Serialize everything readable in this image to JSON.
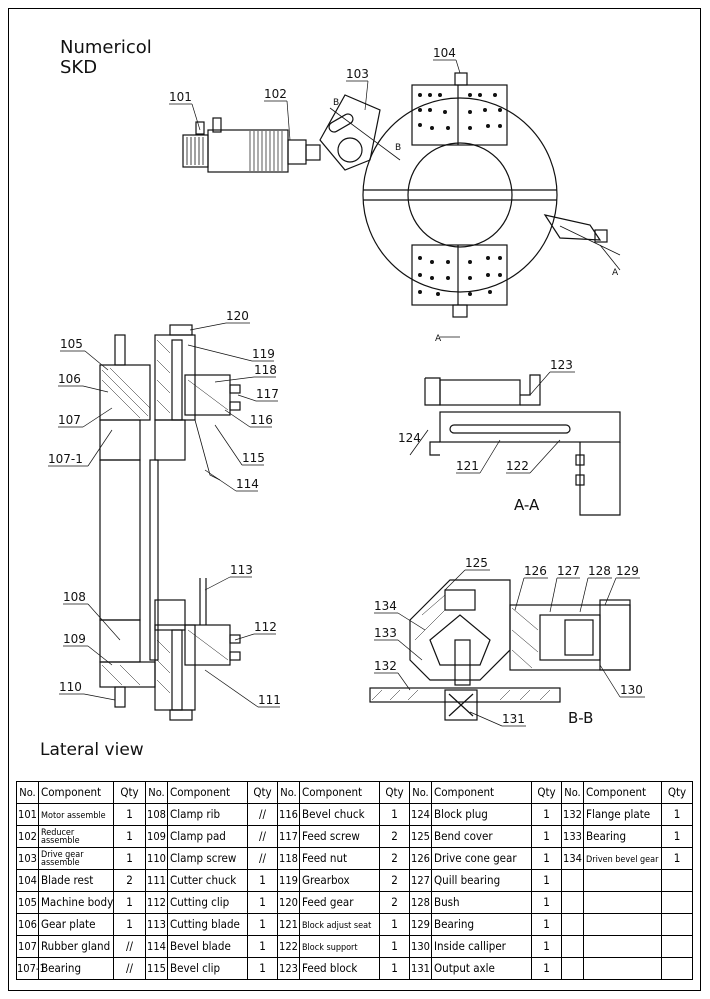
{
  "title": {
    "line1": "Numericol",
    "line2": "SKD"
  },
  "lateral_view_label": "Lateral view",
  "section_labels": {
    "aa": "A-A",
    "bb": "B-B",
    "a": "A",
    "b": "B"
  },
  "callouts": [
    "101",
    "102",
    "103",
    "104",
    "105",
    "106",
    "107",
    "107-1",
    "108",
    "109",
    "110",
    "111",
    "112",
    "113",
    "114",
    "115",
    "116",
    "117",
    "118",
    "119",
    "120",
    "121",
    "122",
    "123",
    "124",
    "125",
    "126",
    "127",
    "128",
    "129",
    "130",
    "131",
    "132",
    "133",
    "134"
  ],
  "table": {
    "headers": [
      "No.",
      "Component",
      "Qty",
      "No.",
      "Component",
      "Qty",
      "No.",
      "Component",
      "Qty",
      "No.",
      "Component",
      "Qty",
      "No.",
      "Component",
      "Qty"
    ],
    "rows": [
      [
        [
          "101",
          "Motor assemble",
          "1"
        ],
        [
          "108",
          "Clamp rib",
          "//"
        ],
        [
          "116",
          "Bevel chuck",
          "1"
        ],
        [
          "124",
          "Block plug",
          "1"
        ],
        [
          "132",
          "Flange plate",
          "1"
        ]
      ],
      [
        [
          "102",
          "Reducer assemble",
          "1"
        ],
        [
          "109",
          "Clamp pad",
          "//"
        ],
        [
          "117",
          "Feed screw",
          "2"
        ],
        [
          "125",
          "Bend cover",
          "1"
        ],
        [
          "133",
          "Bearing",
          "1"
        ]
      ],
      [
        [
          "103",
          "Drive gear assemble",
          "1"
        ],
        [
          "110",
          "Clamp screw",
          "//"
        ],
        [
          "118",
          "Feed nut",
          "2"
        ],
        [
          "126",
          "Drive cone gear",
          "1"
        ],
        [
          "134",
          "Driven bevel gear",
          "1"
        ]
      ],
      [
        [
          "104",
          "Blade rest",
          "2"
        ],
        [
          "111",
          "Cutter chuck",
          "1"
        ],
        [
          "119",
          "Grearbox",
          "2"
        ],
        [
          "127",
          "Quill bearing",
          "1"
        ],
        [
          "",
          "",
          ""
        ]
      ],
      [
        [
          "105",
          "Machine body",
          "1"
        ],
        [
          "112",
          "Cutting clip",
          "1"
        ],
        [
          "120",
          "Feed gear",
          "2"
        ],
        [
          "128",
          "Bush",
          "1"
        ],
        [
          "",
          "",
          ""
        ]
      ],
      [
        [
          "106",
          "Gear plate",
          "1"
        ],
        [
          "113",
          "Cutting blade",
          "1"
        ],
        [
          "121",
          "Block adjust seat",
          "1"
        ],
        [
          "129",
          "Bearing",
          "1"
        ],
        [
          "",
          "",
          ""
        ]
      ],
      [
        [
          "107",
          "Rubber gland",
          "//"
        ],
        [
          "114",
          "Bevel blade",
          "1"
        ],
        [
          "122",
          "Block support",
          "1"
        ],
        [
          "130",
          "Inside calliper",
          "1"
        ],
        [
          "",
          "",
          ""
        ]
      ],
      [
        [
          "107-1",
          "Bearing",
          "//"
        ],
        [
          "115",
          "Bevel clip",
          "1"
        ],
        [
          "123",
          "Feed block",
          "1"
        ],
        [
          "131",
          "Output axle",
          "1"
        ],
        [
          "",
          "",
          ""
        ]
      ]
    ]
  }
}
